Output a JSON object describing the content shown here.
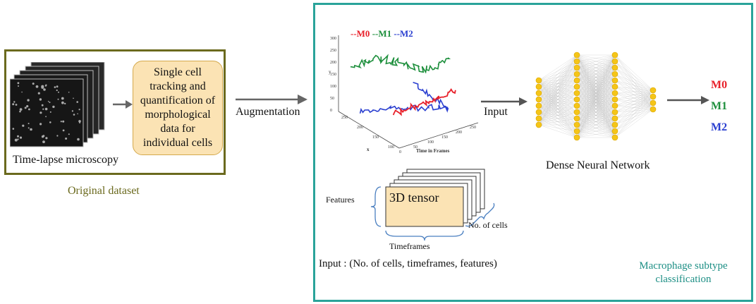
{
  "left_panel": {
    "tracking_text": "Single cell tracking and quantification of morphological data for individual cells",
    "microscopy_label": "Time-lapse microscopy",
    "dataset_label": "Original dataset"
  },
  "augmentation_label": "Augmentation",
  "right_panel": {
    "plot": {
      "legend_m0": "--M0",
      "legend_m1": "--M1",
      "legend_m2": "--M2",
      "y_label": "y",
      "x_label": "x",
      "time_label": "Time in Frames",
      "y_ticks": [
        "0",
        "50",
        "100",
        "150",
        "200",
        "250",
        "300"
      ],
      "x_ticks": [
        "100",
        "150",
        "200",
        "250"
      ],
      "t_ticks": [
        "0",
        "50",
        "100",
        "150",
        "200",
        "250"
      ]
    },
    "input_arrow_label": "Input",
    "network_label": "Dense Neural Network",
    "tensor": {
      "title": "3D tensor",
      "features_label": "Features",
      "cells_label": "No. of cells",
      "timeframes_label": "Timeframes"
    },
    "input_shape_label": "Input : (No. of cells, timeframes, features)",
    "outputs": [
      {
        "label": "M0",
        "color": "#e8202a"
      },
      {
        "label": "M1",
        "color": "#1d8f3c"
      },
      {
        "label": "M2",
        "color": "#2a3fd0"
      }
    ],
    "classification_label": "Macrophage subtype classification"
  },
  "colors": {
    "m0": "#e8202a",
    "m1": "#1d8f3c",
    "m2": "#2a3fd0",
    "neuron": "#f5c518",
    "left_border": "#6b6a1e",
    "right_border": "#2aa39a",
    "tensor_fill": "#fbe3b4",
    "dataset_text": "#6b6a1e",
    "classification_text": "#1d8f85"
  }
}
